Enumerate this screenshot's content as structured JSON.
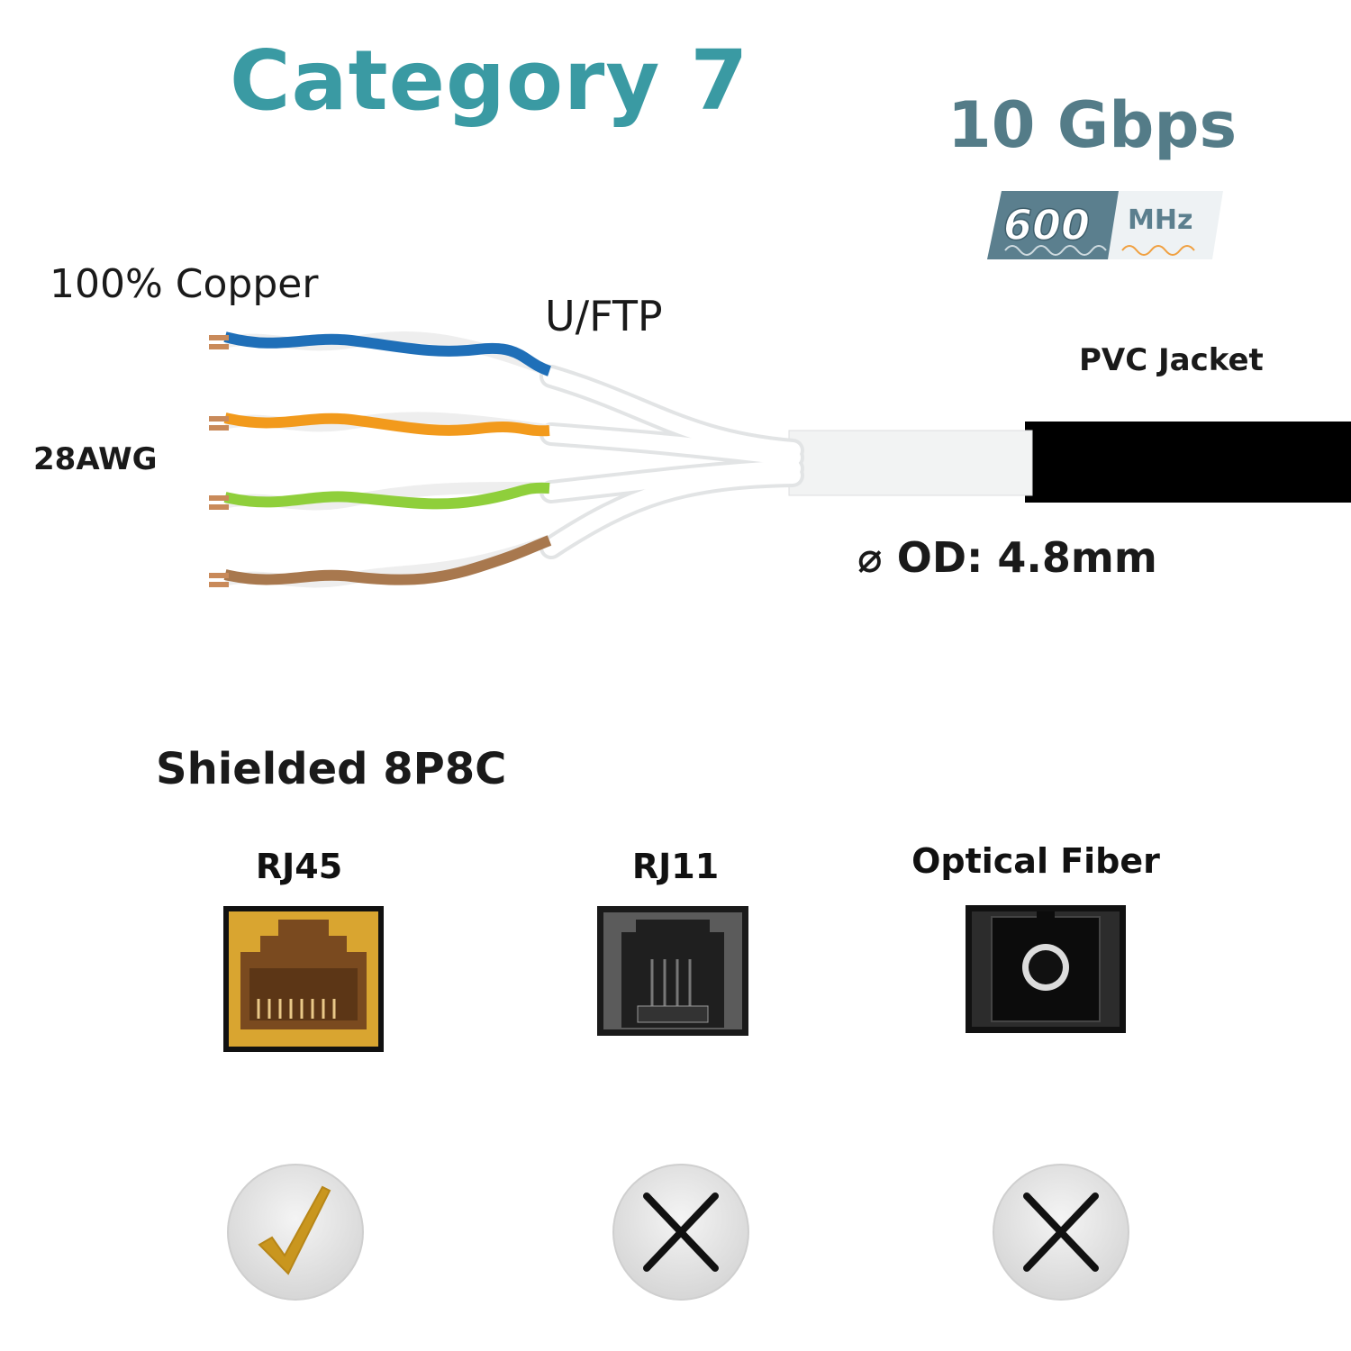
{
  "title": "Category 7",
  "speed": "10 Gbps",
  "bandwidth": {
    "value": "600",
    "unit": "MHz"
  },
  "labels": {
    "conductor": "100% Copper",
    "shielding": "U/FTP",
    "gauge": "28AWG",
    "jacket": "PVC Jacket",
    "diameter_symbol": "⌀",
    "diameter": "OD: 4.8mm",
    "connector": "Shielded 8P8C"
  },
  "compatibility": [
    {
      "port": "RJ45",
      "compatible": true,
      "mark_icon": "check-icon"
    },
    {
      "port": "RJ11",
      "compatible": false,
      "mark_icon": "cross-icon"
    },
    {
      "port": "Optical Fiber",
      "compatible": false,
      "mark_icon": "cross-icon"
    }
  ],
  "colors": {
    "title": "#3a9aa3",
    "speed": "#547c88",
    "pair_blue": "#1f6fb8",
    "pair_orange": "#f29a1c",
    "pair_green": "#8fcf3b",
    "pair_brown": "#a8784e",
    "jacket": "#000000",
    "check": "#c9961e"
  }
}
